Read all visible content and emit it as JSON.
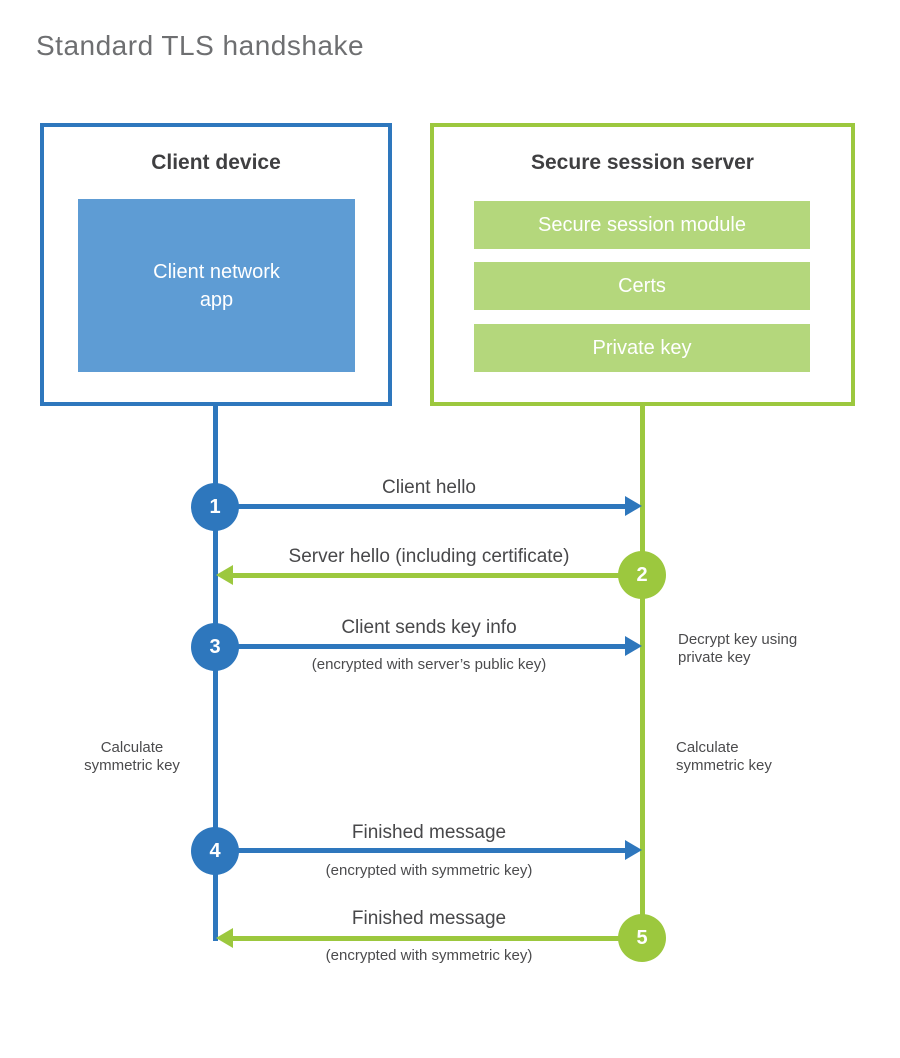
{
  "title": "Standard TLS handshake",
  "client": {
    "title": "Client device",
    "app_label": "Client network\napp"
  },
  "server": {
    "title": "Secure session server",
    "modules": [
      {
        "label": "Secure session module"
      },
      {
        "label": "Certs"
      },
      {
        "label": "Private key"
      }
    ]
  },
  "steps": [
    {
      "num": "1",
      "direction": "client-to-server",
      "label": "Client hello"
    },
    {
      "num": "2",
      "direction": "server-to-client",
      "label": "Server hello (including certificate)"
    },
    {
      "num": "3",
      "direction": "client-to-server",
      "label": "Client sends key info",
      "sub": "(encrypted with server’s public key)"
    },
    {
      "num": "4",
      "direction": "client-to-server",
      "label": "Finished message",
      "sub": "(encrypted with symmetric key)"
    },
    {
      "num": "5",
      "direction": "server-to-client",
      "label": "Finished message",
      "sub": "(encrypted with symmetric key)"
    }
  ],
  "notes": {
    "decrypt": "Decrypt key using private key",
    "calc_left": "Calculate symmetric key",
    "calc_right": "Calculate symmetric key"
  },
  "colors": {
    "blue": "#2e77bd",
    "blue_fill": "#5e9cd4",
    "green": "#9cc83e",
    "green_fill": "#b4d77c"
  }
}
